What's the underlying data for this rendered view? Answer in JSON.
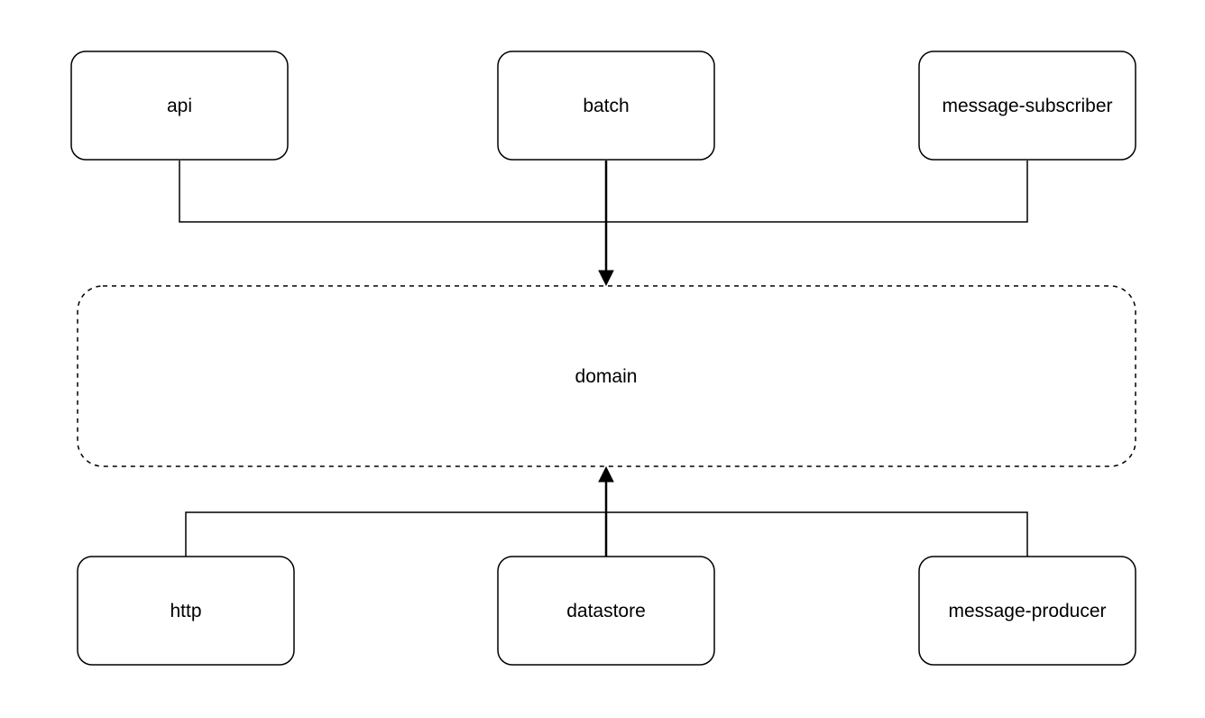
{
  "diagram": {
    "top_row": {
      "api": "api",
      "batch": "batch",
      "message_subscriber": "message-subscriber"
    },
    "center": {
      "domain": "domain"
    },
    "bottom_row": {
      "http": "http",
      "datastore": "datastore",
      "message_producer": "message-producer"
    },
    "edges": [
      {
        "from": "api",
        "to": "domain"
      },
      {
        "from": "batch",
        "to": "domain"
      },
      {
        "from": "message-subscriber",
        "to": "domain"
      },
      {
        "from": "http",
        "to": "domain"
      },
      {
        "from": "datastore",
        "to": "domain"
      },
      {
        "from": "message-producer",
        "to": "domain"
      }
    ]
  }
}
